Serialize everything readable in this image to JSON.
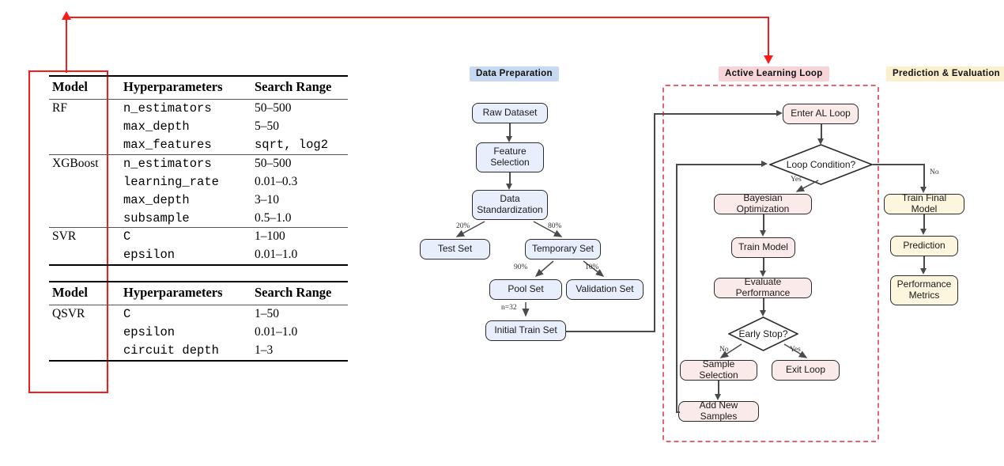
{
  "tables": [
    {
      "id": "classical-models",
      "columns": [
        "Model",
        "Hyperparameters",
        "Search Range"
      ],
      "groups": [
        {
          "model": "RF",
          "rows": [
            {
              "hyperparameter": "n_estimators",
              "range": "50–500"
            },
            {
              "hyperparameter": "max_depth",
              "range": "5–50"
            },
            {
              "hyperparameter": "max_features",
              "range": "sqrt, log2"
            }
          ]
        },
        {
          "model": "XGBoost",
          "rows": [
            {
              "hyperparameter": "n_estimators",
              "range": "50–500"
            },
            {
              "hyperparameter": "learning_rate",
              "range": "0.01–0.3"
            },
            {
              "hyperparameter": "max_depth",
              "range": "3–10"
            },
            {
              "hyperparameter": "subsample",
              "range": "0.5–1.0"
            }
          ]
        },
        {
          "model": "SVR",
          "rows": [
            {
              "hyperparameter": "C",
              "range": "1–100"
            },
            {
              "hyperparameter": "epsilon",
              "range": "0.01–1.0"
            }
          ]
        }
      ]
    },
    {
      "id": "quantum-model",
      "columns": [
        "Model",
        "Hyperparameters",
        "Search Range"
      ],
      "groups": [
        {
          "model": "QSVR",
          "rows": [
            {
              "hyperparameter": "C",
              "range": "1–50"
            },
            {
              "hyperparameter": "epsilon",
              "range": "0.01–1.0"
            },
            {
              "hyperparameter": "circuit depth",
              "range": "1–3"
            }
          ]
        }
      ]
    }
  ],
  "annotation": {
    "color": "#f81b1b",
    "shape": "rectangle-with-arrow"
  },
  "flowchart": {
    "sections": [
      {
        "key": "prep",
        "label": "Data Preparation",
        "color": "#c6d9f1"
      },
      {
        "key": "al",
        "label": "Active Learning Loop",
        "color": "#f6d4d8"
      },
      {
        "key": "pred",
        "label": "Prediction & Evaluation",
        "color": "#fbf0cd"
      }
    ],
    "prep_nodes": [
      {
        "key": "raw",
        "label": "Raw Dataset"
      },
      {
        "key": "feature",
        "label": "Feature\nSelection",
        "line1": "Feature",
        "line2": "Selection"
      },
      {
        "key": "standard",
        "label": "Data\nStandardization",
        "line1": "Data",
        "line2": "Standardization"
      },
      {
        "key": "test",
        "label": "Test Set"
      },
      {
        "key": "temp",
        "label": "Temporary Set"
      },
      {
        "key": "pool",
        "label": "Pool Set"
      },
      {
        "key": "valid",
        "label": "Validation Set"
      },
      {
        "key": "initial",
        "label": "Initial Train Set"
      }
    ],
    "al_nodes": [
      {
        "key": "enter",
        "label": "Enter AL Loop"
      },
      {
        "key": "loopcond",
        "label": "Loop Condition?",
        "shape": "diamond"
      },
      {
        "key": "bayes",
        "label": "Bayesian Optimization"
      },
      {
        "key": "train",
        "label": "Train Model"
      },
      {
        "key": "evaluate",
        "label": "Evaluate Performance"
      },
      {
        "key": "earlystop",
        "label": "Early Stop?",
        "shape": "diamond"
      },
      {
        "key": "sample",
        "label": "Sample Selection"
      },
      {
        "key": "exit",
        "label": "Exit Loop"
      },
      {
        "key": "addnew",
        "label": "Add New Samples"
      }
    ],
    "pred_nodes": [
      {
        "key": "final",
        "label": "Train Final Model"
      },
      {
        "key": "prediction",
        "label": "Prediction"
      },
      {
        "key": "metrics",
        "label": "Performance\nMetrics",
        "line1": "Performance",
        "line2": "Metrics"
      }
    ],
    "edge_labels": {
      "split_test": "20%",
      "split_temp": "80%",
      "split_pool": "90%",
      "split_valid": "10%",
      "initial_n": "n=32",
      "loop_yes": "Yes",
      "loop_no": "No",
      "early_no": "No",
      "early_yes": "Yes"
    }
  }
}
